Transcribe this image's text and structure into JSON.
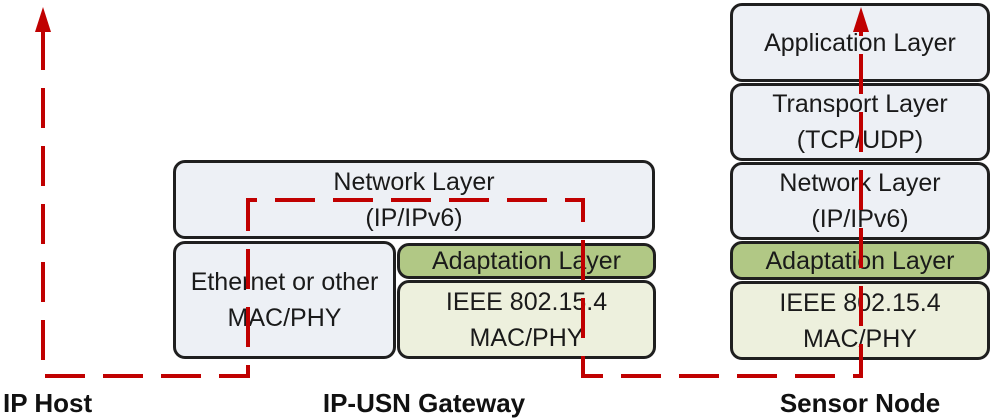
{
  "colors": {
    "flow_red": "#c00000",
    "layer_fill": "#edf0f5",
    "adaptation_fill": "#b1c885",
    "mac_fill": "#edf0dd",
    "box_border": "#1f1f1f"
  },
  "ip_host": {
    "label": "IP Host"
  },
  "gateway": {
    "label": "IP-USN Gateway",
    "network": {
      "line1": "Network Layer",
      "line2": "(IP/IPv6)"
    },
    "ethernet": {
      "line1": "Ethernet or other",
      "line2": "MAC/PHY"
    },
    "adaptation": {
      "label": "Adaptation Layer"
    },
    "ieee": {
      "line1": "IEEE 802.15.4",
      "line2": "MAC/PHY"
    }
  },
  "sensor": {
    "label": "Sensor Node",
    "application": {
      "label": "Application Layer"
    },
    "transport": {
      "line1": "Transport Layer",
      "line2": "(TCP/UDP)"
    },
    "network": {
      "line1": "Network Layer",
      "line2": "(IP/IPv6)"
    },
    "adaptation": {
      "label": "Adaptation Layer"
    },
    "ieee": {
      "line1": "IEEE 802.15.4",
      "line2": "MAC/PHY"
    }
  }
}
